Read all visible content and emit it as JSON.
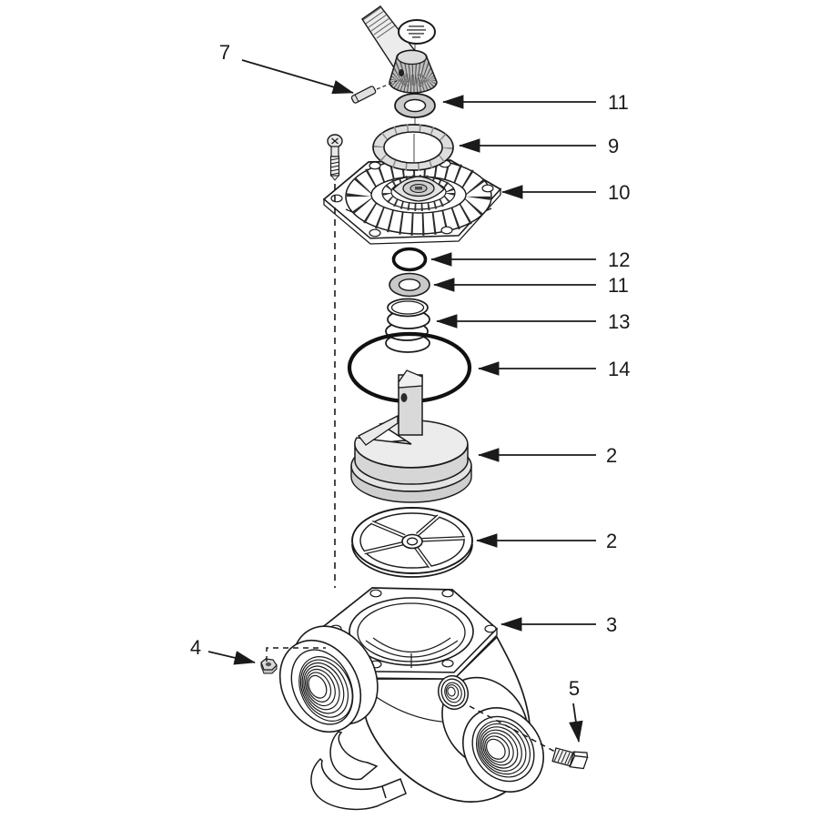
{
  "figure": {
    "type": "exploded-parts-diagram"
  },
  "colors": {
    "ink": "#1a1a1a",
    "paper": "#ffffff"
  },
  "callouts": [
    {
      "label": "7"
    },
    {
      "label": "11"
    },
    {
      "label": "9"
    },
    {
      "label": "10"
    },
    {
      "label": "12"
    },
    {
      "label": "11"
    },
    {
      "label": "13"
    },
    {
      "label": "14"
    },
    {
      "label": "2"
    },
    {
      "label": "2"
    },
    {
      "label": "3"
    },
    {
      "label": "4"
    },
    {
      "label": "5"
    }
  ]
}
